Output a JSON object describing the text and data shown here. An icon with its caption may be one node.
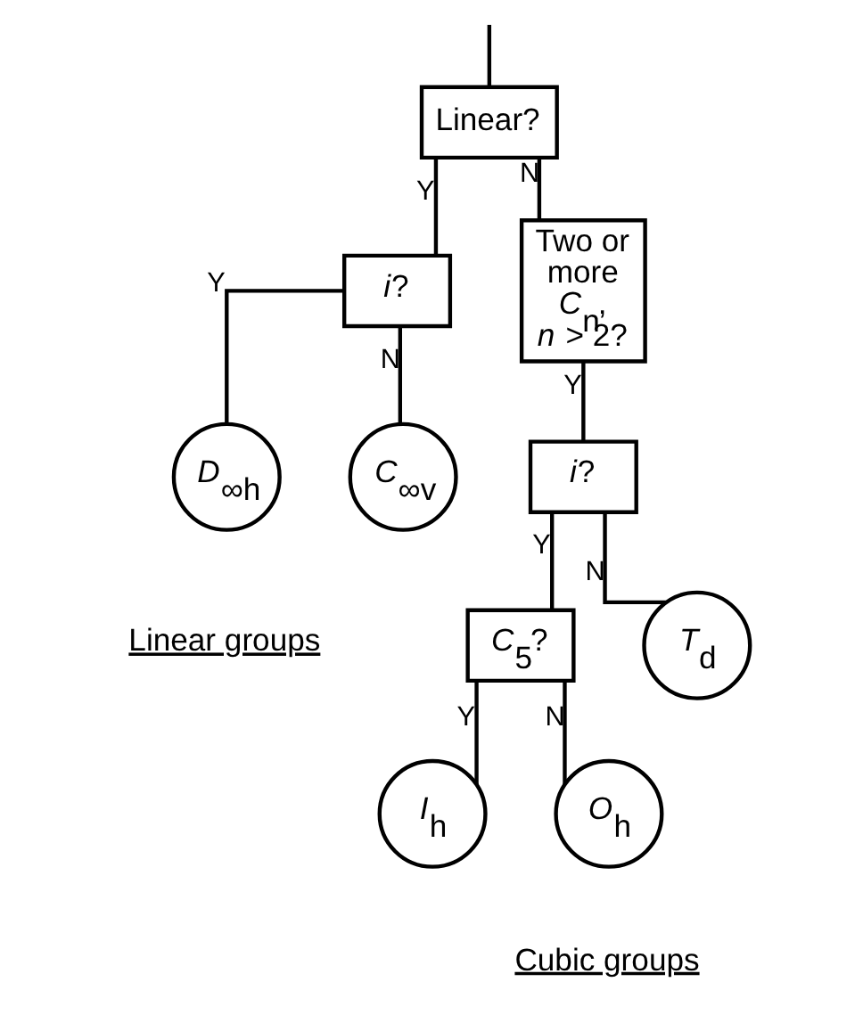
{
  "diagram": {
    "nodes": [
      {
        "text": [
          "Linear?"
        ]
      },
      {
        "text": [
          "*i*?"
        ]
      },
      {
        "text": [
          "Two or more *C*$_{n}$, *n* > 2?"
        ]
      },
      {
        "text": [
          "*D*$_{∞h}$"
        ]
      },
      {
        "text": [
          "*C*$_{∞v}$"
        ]
      },
      {
        "text": [
          "*i*?"
        ]
      },
      {
        "text": [
          "*C*$_{5}$?"
        ]
      },
      {
        "text": [
          "*I*$_{h}$"
        ]
      },
      {
        "text": [
          "*O*$_{h}$"
        ]
      },
      {
        "text": [
          "*T*$_{d}$"
        ]
      }
    ],
    "edges": [
      {
        "from": null,
        "to": 0,
        "arrow": "none"
      },
      {
        "from": 0,
        "to": 1,
        "arrow": "none",
        "label": "Y"
      },
      {
        "from": 0,
        "to": 2,
        "arrow": "none",
        "label": "N"
      },
      {
        "from": 1,
        "to": 3,
        "arrow": "none",
        "label": "Y"
      },
      {
        "from": 1,
        "to": 4,
        "arrow": "none",
        "label": "N"
      },
      {
        "from": 2,
        "to": 5,
        "arrow": "none",
        "label": "Y"
      },
      {
        "from": 5,
        "to": 6,
        "arrow": "none",
        "label": "Y"
      },
      {
        "from": 5,
        "to": 9,
        "arrow": "none",
        "label": "N"
      },
      {
        "from": 6,
        "to": 7,
        "arrow": "none",
        "label": "Y"
      },
      {
        "from": 6,
        "to": 8,
        "arrow": "none",
        "label": "N"
      }
    ],
    "labels": [
      "Linear groups",
      "Cubic groups"
    ]
  }
}
